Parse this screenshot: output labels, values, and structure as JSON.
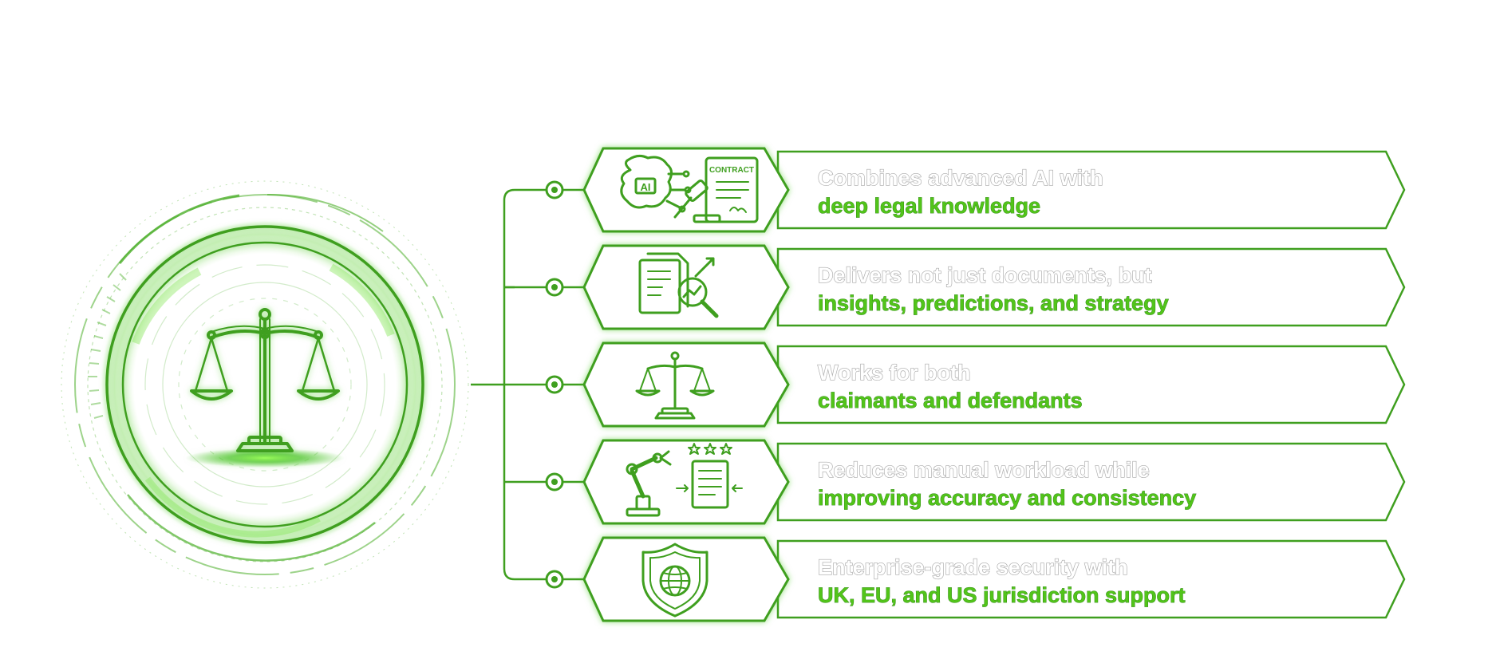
{
  "colors": {
    "accent": "#4caf2a",
    "accent_dark": "#2f7f18",
    "accent_glow": "#6fe33a",
    "line1_fill": "#ffffff",
    "line1_stroke": "#a9a9a9"
  },
  "hub": {
    "icon": "scales-of-justice-icon"
  },
  "features": [
    {
      "line1": "Combines advanced AI with",
      "line2": "deep legal knowledge",
      "icon": "ai-brain-gavel-contract-icon",
      "icon_text_ai": "AI",
      "icon_text_contract": "CONTRACT"
    },
    {
      "line1": "Delivers not just documents, but",
      "line2": "insights, predictions, and strategy",
      "icon": "document-analytics-magnifier-icon"
    },
    {
      "line1": "Works for both",
      "line2": "claimants and defendants",
      "icon": "scales-icon"
    },
    {
      "line1": "Reduces manual workload while",
      "line2": "improving accuracy and consistency",
      "icon": "robot-arm-document-stars-icon"
    },
    {
      "line1": "Enterprise-grade security with",
      "line2": "UK, EU, and US jurisdiction support",
      "icon": "shield-globe-icon"
    }
  ]
}
